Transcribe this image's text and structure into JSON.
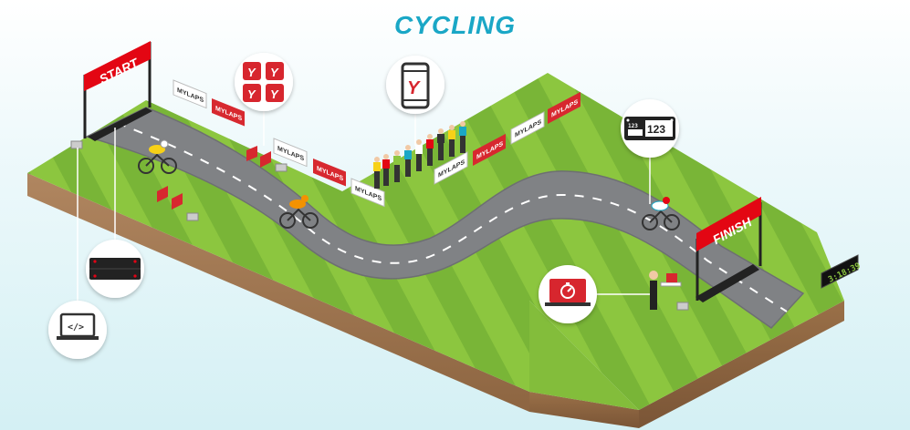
{
  "title": "CYCLING",
  "start_banner": "START",
  "finish_banner": "FINISH",
  "sign_label": "MYLAPS",
  "clock_display": "3:18:39",
  "bib_icon": {
    "small_number": "123",
    "big_number": "123"
  },
  "laptop_code_glyph": "</>",
  "phone_logo": "Y",
  "tag_logo": "Y",
  "colors": {
    "title": "#1aa7c6",
    "grass_light": "#8cc63f",
    "grass_dark": "#77b338",
    "soil": "#a47a52",
    "road": "#808285",
    "banner_red": "#e30613",
    "brand_red": "#d7282f"
  },
  "icons": [
    "laptop-code-icon",
    "timing-mat-icon",
    "race-tags-icon",
    "phone-app-icon",
    "bib-number-icon",
    "timing-laptop-icon",
    "race-clock-icon"
  ]
}
